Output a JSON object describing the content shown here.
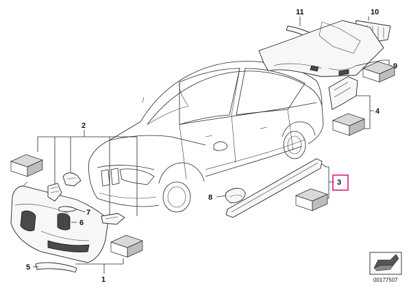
{
  "callouts": {
    "c1": "1",
    "c2": "2",
    "c3": "3",
    "c4": "4",
    "c5": "5",
    "c6": "6",
    "c7": "7",
    "c8": "8",
    "c9": "9",
    "c10": "10",
    "c11": "11"
  },
  "diagram_number": "00177507",
  "highlight_color": "#e0187c"
}
